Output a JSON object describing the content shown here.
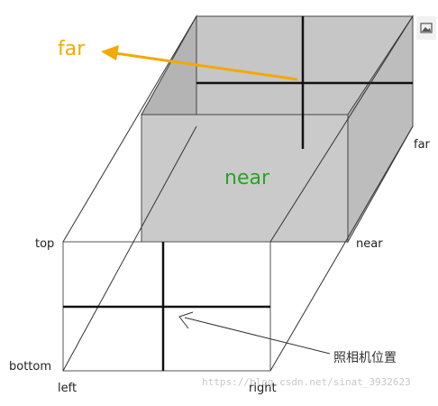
{
  "labels": {
    "far_arrow": "far",
    "near_plane": "near",
    "top": "top",
    "bottom": "bottom",
    "left": "left",
    "right": "right",
    "far_side": "far",
    "near_side": "near",
    "camera": "照相机位置"
  },
  "watermark": "https://blog.csdn.net/sinat_3932623",
  "toolbar": {
    "image_icon": "image-icon"
  },
  "colors": {
    "far_accent": "#f2a900",
    "near_accent": "#2ca02c",
    "plane_fill": "#c8c8c8",
    "line": "#222222"
  }
}
